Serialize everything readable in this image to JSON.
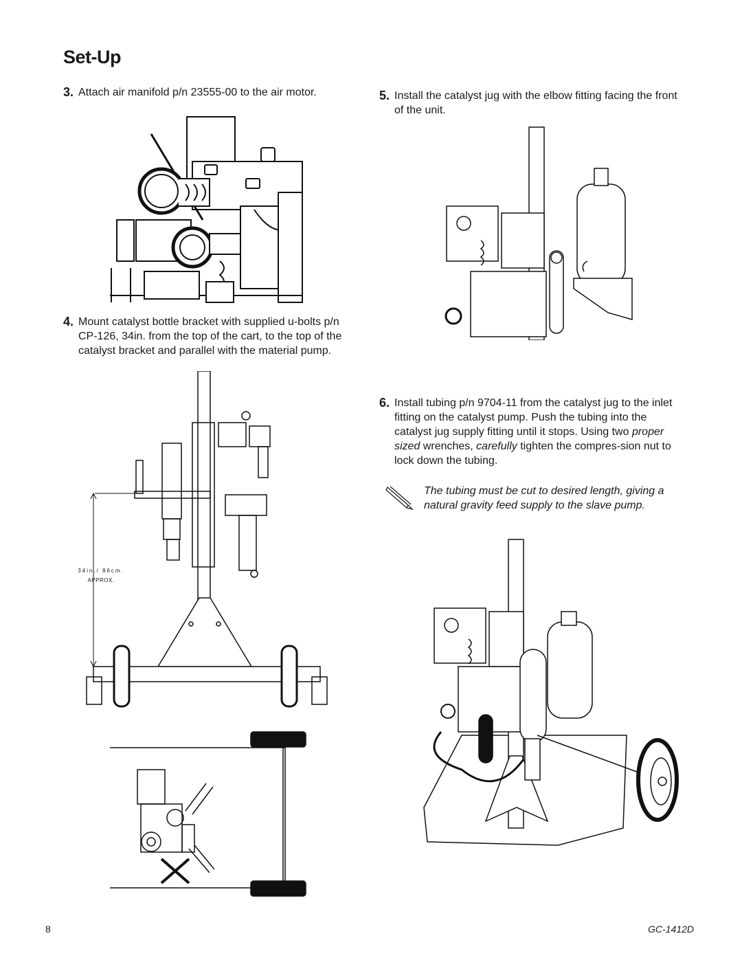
{
  "page": {
    "title": "Set-Up",
    "page_number": "8",
    "doc_id": "GC-1412D"
  },
  "steps": [
    {
      "num": "3.",
      "text": "Attach air manifold p/n 23555-00 to the air motor."
    },
    {
      "num": "4.",
      "text": "Mount catalyst bottle bracket with supplied u-bolts p/n CP-126, 34in. from the top of the cart, to the top of the catalyst bracket and parallel with the material pump."
    },
    {
      "num": "5.",
      "text": "Install the catalyst jug with the elbow fitting facing the front of the unit."
    },
    {
      "num": "6.",
      "text_a": "Install tubing p/n 9704-11 from the catalyst jug to the inlet fitting on the catalyst pump. Push the tubing into the catalyst jug supply fitting until it stops. Using two ",
      "em1": "proper sized",
      "text_b": " wrenches, ",
      "em2": "carefully",
      "text_c": " tighten the compres-sion nut to lock down the tubing."
    }
  ],
  "note": {
    "icon": "pencil-icon",
    "text": "The tubing must be cut to desired length, giving a natural gravity feed supply to the slave pump."
  },
  "figures": {
    "dimension_label": "34in./ 86cm.",
    "dimension_approx": "APPROX."
  }
}
